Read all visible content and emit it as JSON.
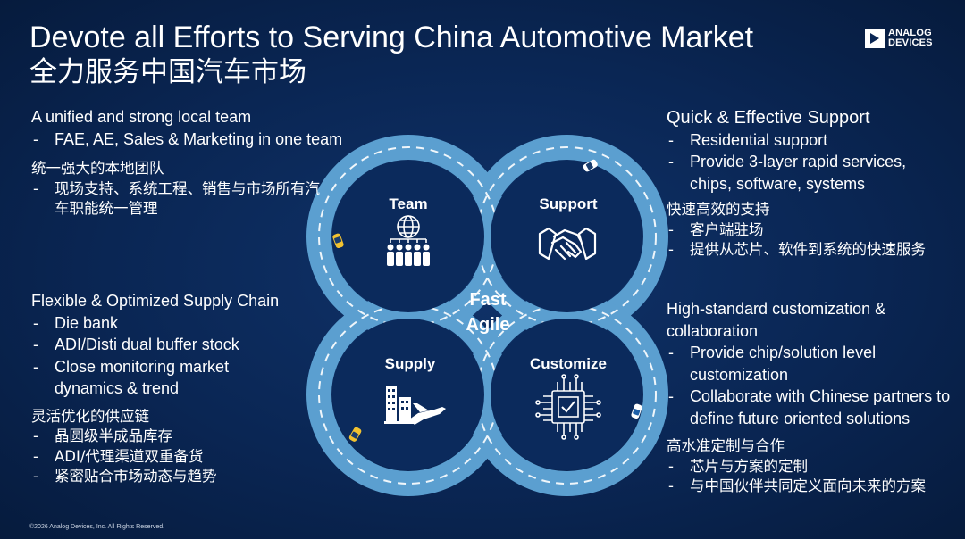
{
  "header": {
    "title_en": "Devote all Efforts to Serving China Automotive Market",
    "title_zh": "全力服务中国汽车市场",
    "logo_line1": "ANALOG",
    "logo_line2": "DEVICES"
  },
  "left_top": {
    "heading_en": "A unified and strong local team",
    "bullets_en": [
      "FAE, AE, Sales & Marketing in one team"
    ],
    "heading_zh": "统一强大的本地团队",
    "bullets_zh": [
      "现场支持、系统工程、销售与市场所有汽车职能统一管理"
    ]
  },
  "left_bottom": {
    "heading_en": "Flexible & Optimized Supply Chain",
    "bullets_en": [
      "Die bank",
      "ADI/Disti dual buffer stock",
      "Close monitoring market dynamics & trend"
    ],
    "heading_zh": "灵活优化的供应链",
    "bullets_zh": [
      "晶圆级半成品库存",
      "ADI/代理渠道双重备货",
      "紧密贴合市场动态与趋势"
    ]
  },
  "right_top": {
    "heading_en": "Quick & Effective Support",
    "bullets_en": [
      "Residential support",
      "Provide 3-layer rapid services, chips, software, systems"
    ],
    "heading_zh": "快速高效的支持",
    "bullets_zh": [
      "客户端驻场",
      "提供从芯片、软件到系统的快速服务"
    ]
  },
  "right_bottom": {
    "heading_en": "High-standard customization & collaboration",
    "bullets_en": [
      "Provide chip/solution level customization",
      "Collaborate with Chinese partners to define future oriented solutions"
    ],
    "heading_zh": "高水准定制与合作",
    "bullets_zh": [
      "芯片与方案的定制",
      "与中国伙伴共同定义面向未来的方案"
    ]
  },
  "diagram": {
    "team": "Team",
    "support": "Support",
    "supply": "Supply",
    "customize": "Customize",
    "center_line1": "Fast",
    "center_line2": "Agile",
    "ring_color": "#5b9fd0",
    "road_color": "#2f7ec0"
  },
  "footer": {
    "copyright": "©2026 Analog Devices, Inc. All Rights Reserved."
  }
}
